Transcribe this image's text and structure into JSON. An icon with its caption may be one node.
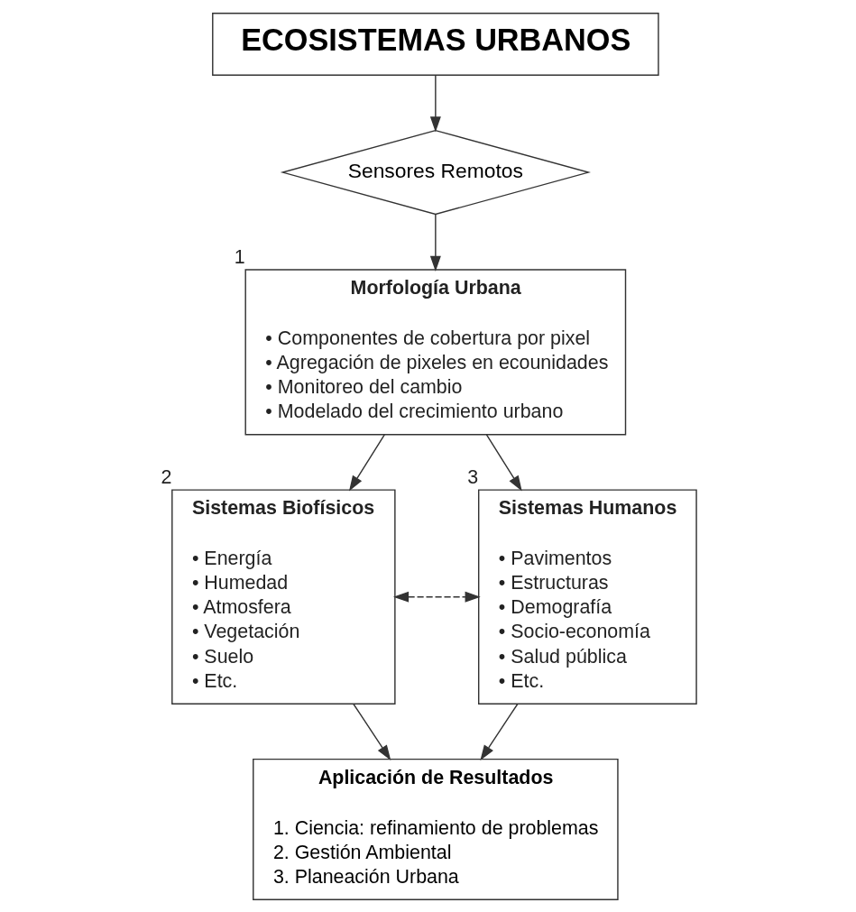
{
  "diagram": {
    "nodes": [
      {
        "text": [
          "ECOSISTEMAS URBANOS"
        ]
      },
      {
        "text": [
          "Sensores Remotos"
        ]
      },
      {
        "text": [
          "Morfología Urbana",
          "• Componentes de cobertura por pixel",
          "• Agregación de pixeles en ecounidades",
          "• Monitoreo del cambio",
          "• Modelado del crecimiento urbano"
        ],
        "beside": [
          "1"
        ]
      },
      {
        "text": [
          "Sistemas Biofísicos",
          "• Energía",
          "• Humedad",
          "• Atmosfera",
          "• Vegetación",
          "• Suelo",
          "• Etc."
        ],
        "beside": [
          "2"
        ]
      },
      {
        "text": [
          "Sistemas Humanos",
          "• Pavimentos",
          "• Estructuras",
          "• Demografía",
          "• Socio-economía",
          "• Salud pública",
          "• Etc."
        ],
        "beside": [
          "3"
        ]
      },
      {
        "text": [
          "Aplicación de Resultados",
          "1. Ciencia: refinamiento de problemas",
          "2. Gestión Ambiental",
          "3. Planeación Urbana"
        ]
      }
    ],
    "edges": [
      {
        "from": 0,
        "to": 1,
        "arrow": "to"
      },
      {
        "from": 1,
        "to": 2,
        "arrow": "to"
      },
      {
        "from": 2,
        "to": 3,
        "arrow": "to"
      },
      {
        "from": 2,
        "to": 4,
        "arrow": "to"
      },
      {
        "from": 3,
        "to": 4,
        "arrow": "both",
        "style": "dashed"
      },
      {
        "from": 3,
        "to": 5,
        "arrow": "to"
      },
      {
        "from": 4,
        "to": 5,
        "arrow": "to"
      }
    ]
  }
}
